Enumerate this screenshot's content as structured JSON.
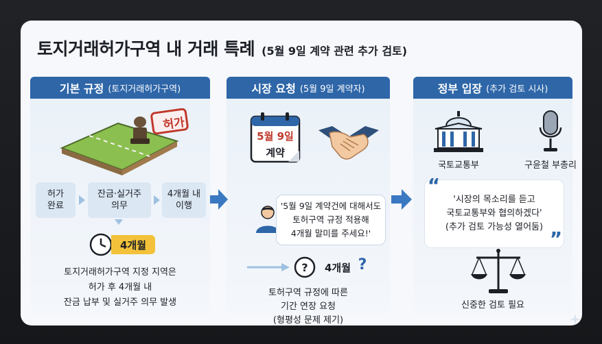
{
  "title": {
    "main": "토지거래허가구역 내 거래 특례",
    "sub": "(5월 9일 계약 관련 추가 검토)"
  },
  "columns": [
    {
      "heading": "기본 규정",
      "heading_sub": "(토지거래허가구역)",
      "stamp_text": "허가",
      "steps": [
        "허가\n완료",
        "잔금·실거주\n의무",
        "4개월 내\n이행"
      ],
      "duration": "4개월",
      "desc": [
        "토지거래허가구역 지정 지역은",
        "허가 후 4개월 내",
        "잔금 납부 및 실거주 의무 발생"
      ]
    },
    {
      "heading": "시장 요청",
      "heading_sub": "(5월 9일 계약자)",
      "calendar_date": "5월 9일",
      "calendar_label": "계약",
      "bubble": [
        "'5월 9일 계약건에 대해서도",
        "토허구역 규정 적용해",
        "4개월 말미를 주세요!'"
      ],
      "duration": "4개월",
      "desc": [
        "토허구역 규정에 따른",
        "기간 연장 요청",
        "(형평성 문제 제기)"
      ]
    },
    {
      "heading": "정부 입장",
      "heading_sub": "(추가 검토 시사)",
      "label_left": "국토교통부",
      "label_right": "구윤철 부총리",
      "bubble": [
        "'시장의 목소리를 듣고",
        "국토교통부와 협의하겠다'",
        "(추가 검토 가능성 열어둠)"
      ],
      "desc": "신중한 검토 필요"
    }
  ],
  "colors": {
    "header_blue": "#2e66a8",
    "accent_red": "#c0392b",
    "arrow_blue": "#3b78c2",
    "step_bg": "#dbe7f3"
  },
  "icons": [
    "land-stamp-icon",
    "clock-icon",
    "calendar-icon",
    "handshake-icon",
    "person-icon",
    "question-clock-icon",
    "government-building-icon",
    "microphone-icon",
    "scale-icon",
    "sparkle-icon"
  ]
}
